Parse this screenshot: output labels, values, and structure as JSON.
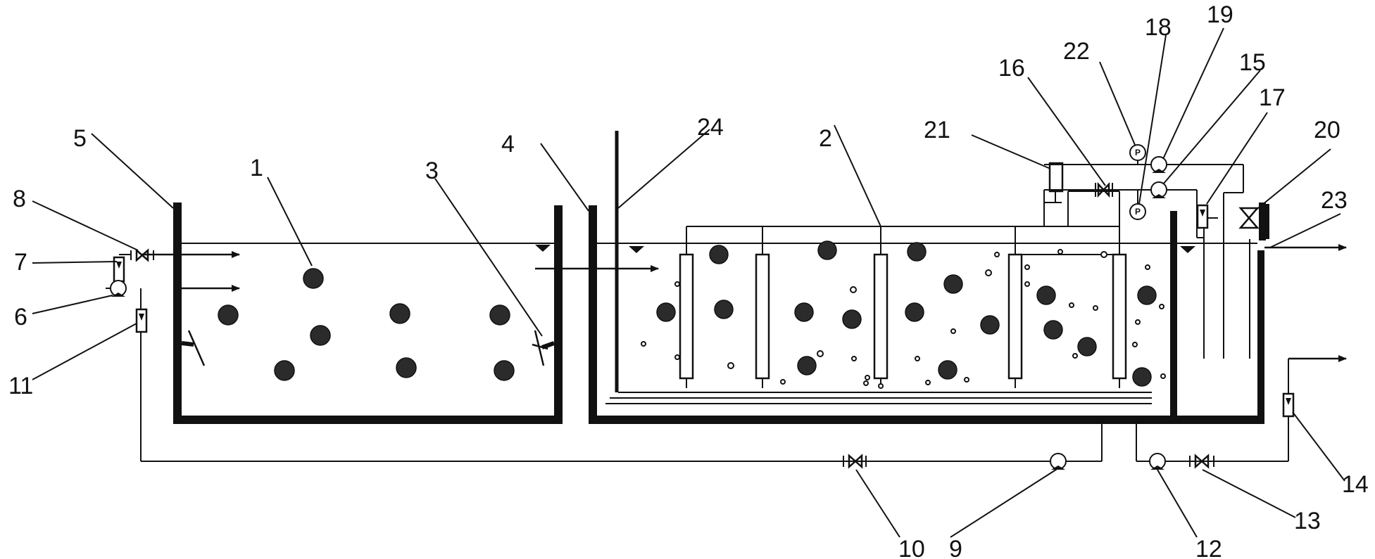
{
  "labels": [
    "1",
    "2",
    "3",
    "4",
    "5",
    "6",
    "7",
    "8",
    "9",
    "10",
    "11",
    "12",
    "13",
    "14",
    "15",
    "16",
    "17",
    "18",
    "19",
    "20",
    "21",
    "22",
    "23",
    "24"
  ],
  "gauge_symbol": "P"
}
